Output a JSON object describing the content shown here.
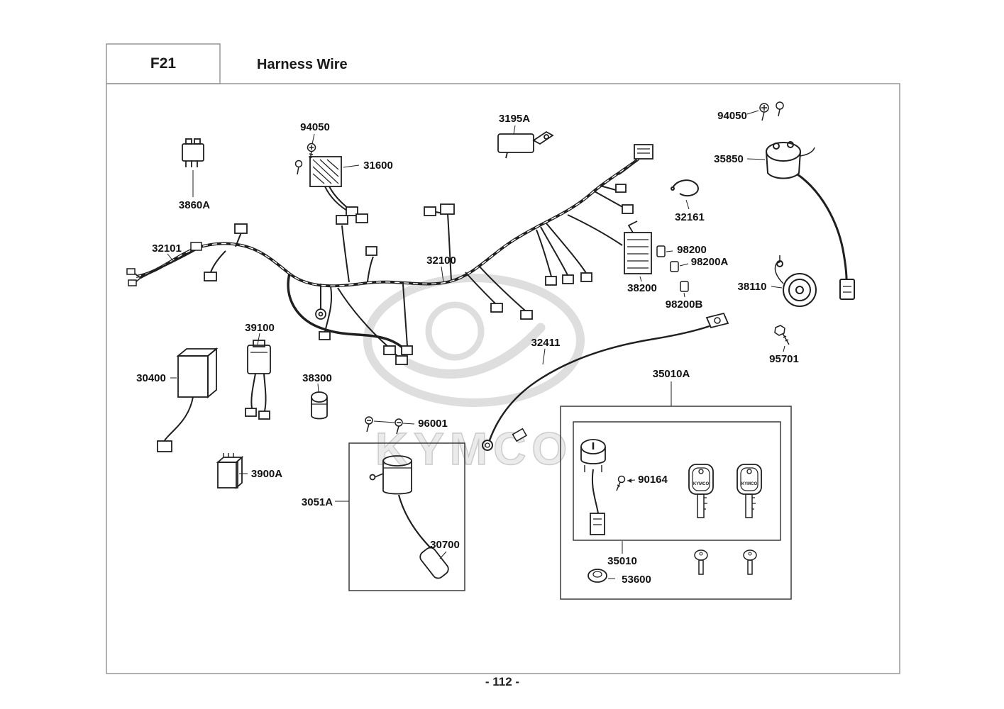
{
  "header": {
    "code": "F21",
    "title": "Harness Wire"
  },
  "footer": {
    "page_number": "- 112 -"
  },
  "watermark": {
    "text": "KYMCO"
  },
  "keys": {
    "brand": "KYMCO"
  },
  "parts": {
    "p94050_a": "94050",
    "p3195a": "3195A",
    "p94050_b": "94050",
    "p35850": "35850",
    "p31600": "31600",
    "p3860a": "3860A",
    "p32161": "32161",
    "p32101": "32101",
    "p32100": "32100",
    "p98200": "98200",
    "p98200a": "98200A",
    "p38200": "38200",
    "p98200b": "98200B",
    "p38110": "38110",
    "p39100": "39100",
    "p32411": "32411",
    "p95701": "95701",
    "p30400": "30400",
    "p38300": "38300",
    "p35010a": "35010A",
    "p96001": "96001",
    "p3900a": "3900A",
    "p90164": "90164",
    "p3051a": "3051A",
    "p30700": "30700",
    "p35010": "35010",
    "p53600": "53600"
  }
}
